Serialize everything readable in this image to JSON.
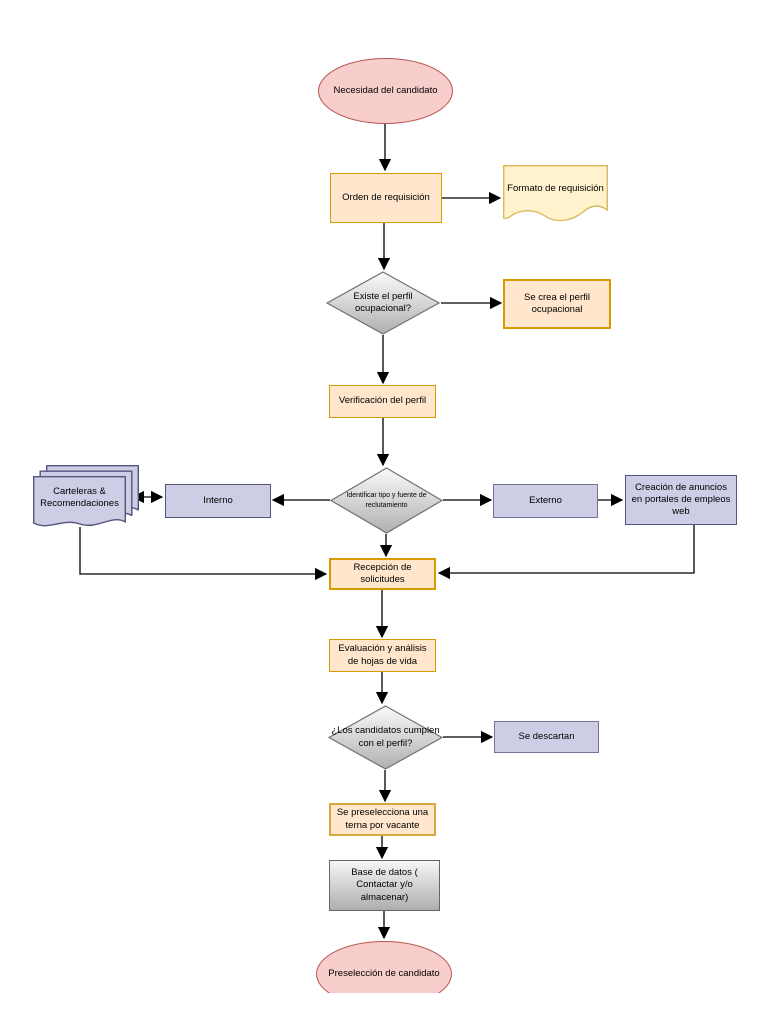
{
  "diagram": {
    "nodes": {
      "start": "Necesidad del candidato",
      "orden": "Orden de requisición",
      "formato": "Formato de requisición",
      "existe": "Existe el perfil ocupacional?",
      "crea": "Se crea el perfil ocupacional",
      "verificacion": "Verificación del perfil",
      "carteleras": "Carteleras & Recomendaciones",
      "interno": "Interno",
      "identificar": "Identificar tipo y fuente de reclutamiento",
      "externo": "Externo",
      "creacion": "Creación de anuncios en portales de empleos web",
      "recepcion": "Recepción de solicitudes",
      "evaluacion": "Evaluación y análisis de hojas de vida",
      "cumplen": "¿Los candidatos cumplen con el perfil?",
      "descartan": "Se descartan",
      "preselecciona": "Se preselecciona una terna por vacante",
      "base": "Base de datos ( Contactar y/o almacenar)",
      "end": "Preselección de candidato"
    },
    "colors": {
      "process_fill": "#ffe6cc",
      "process_stroke": "#d79b00",
      "document_fill": "#fff2cc",
      "document_stroke": "#d6b656",
      "terminator_fill": "#f8cecc",
      "terminator_stroke": "#b85450",
      "alt_fill": "#cdcde6",
      "alt_stroke": "#54547c",
      "decision_stroke": "#707070",
      "connector": "#000000",
      "background": "#ffffff"
    }
  }
}
